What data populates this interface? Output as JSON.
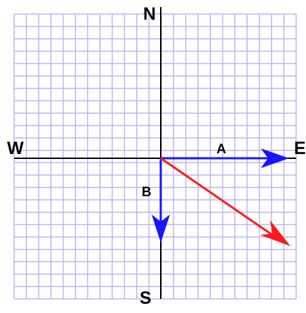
{
  "compass": {
    "north": "N",
    "south": "S",
    "west": "W",
    "east": "E"
  },
  "vectors": {
    "a": {
      "label": "A",
      "direction": "east",
      "units": 9,
      "color": "#1515ff"
    },
    "b": {
      "label": "B",
      "direction": "south",
      "units": 7,
      "color": "#1515ff"
    },
    "resultant": {
      "label": "",
      "east_units": 10,
      "south_units": 7,
      "color": "#ff1a1a"
    }
  },
  "grid": {
    "line_color": "#bdb5f0",
    "axis_color": "#000000"
  }
}
